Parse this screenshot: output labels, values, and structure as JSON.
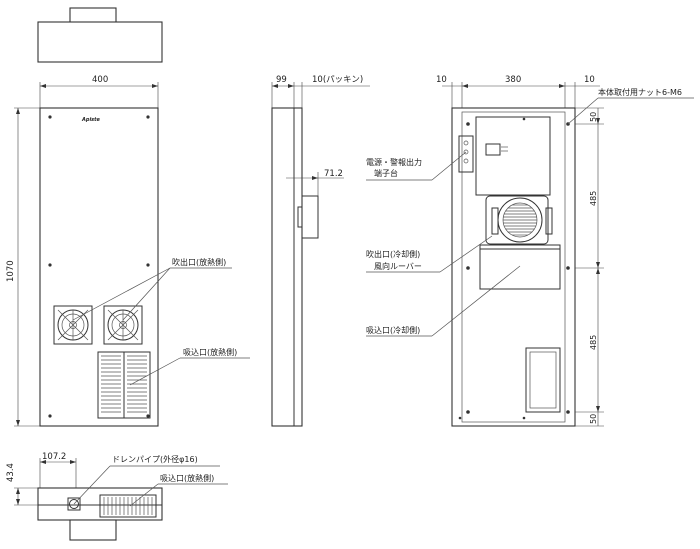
{
  "dimensions": {
    "front_width": "400",
    "front_height": "1070",
    "side_depth": "99",
    "gasket": "10(パッキン)",
    "side_offset": "71.2",
    "rear_margin_left": "10",
    "rear_width": "380",
    "rear_margin_right": "10",
    "rear_v_50_top": "50",
    "rear_v_485_upper": "485",
    "rear_v_485_lower": "485",
    "rear_v_50_bottom": "50",
    "bottom_drain_x": "107.2",
    "bottom_height": "43.4"
  },
  "labels": {
    "brand": "Apiste",
    "front_outlet": "吹出口(放熱側)",
    "front_inlet": "吸込口(放熱側)",
    "terminal_line1": "電源・警報出力",
    "terminal_line2": "端子台",
    "mount_nut": "本体取付用ナット6-M6",
    "rear_outlet_line1": "吹出口(冷却側)",
    "rear_outlet_line2": "風向ルーバー",
    "rear_inlet": "吸込口(冷却側)",
    "drain_pipe": "ドレンパイプ(外径φ16)",
    "bottom_inlet": "吸込口(放熱側)"
  }
}
